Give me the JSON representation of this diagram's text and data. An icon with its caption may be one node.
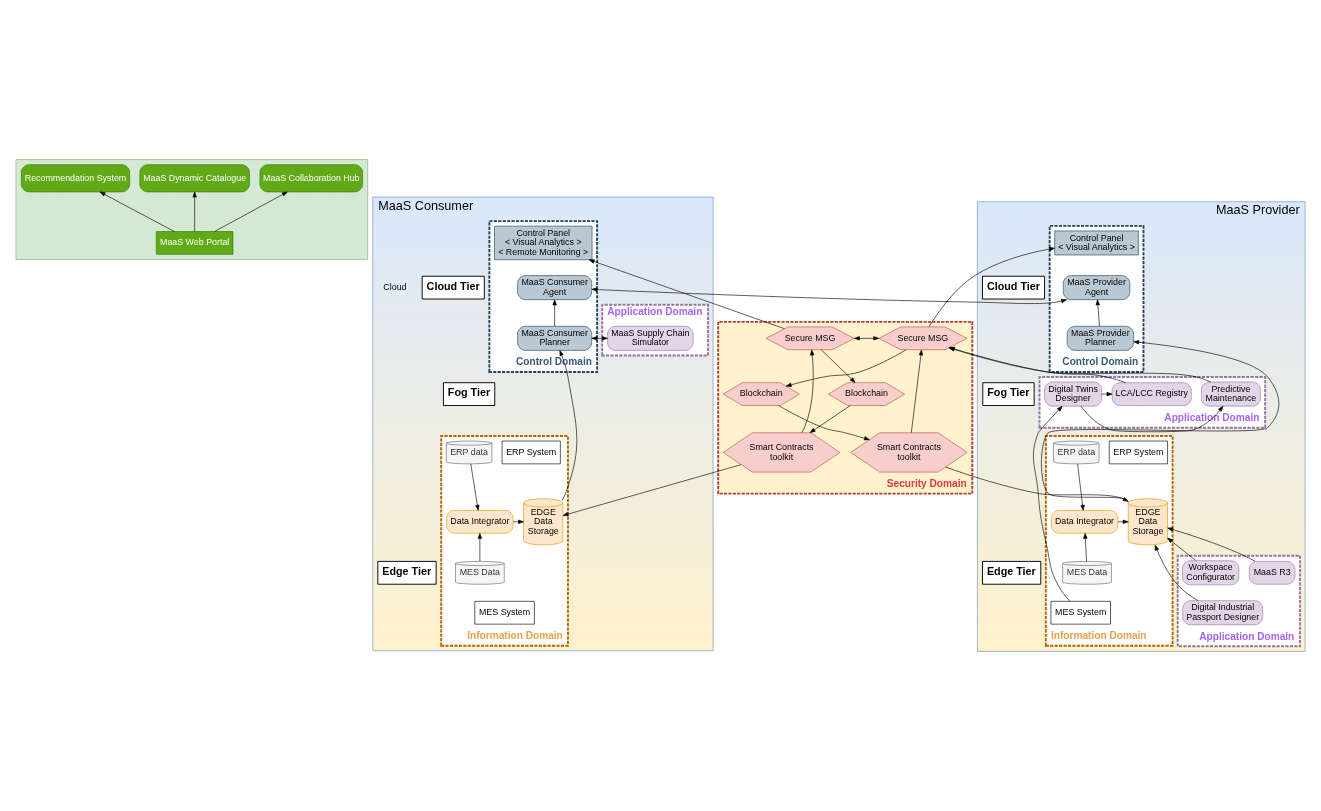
{
  "diagram": {
    "nodes": [
      {
        "text": [],
        "shape": "box"
      },
      {
        "text": [
          "MaaS Web Portal"
        ],
        "in": 0
      },
      {
        "text": [
          "Recommendation System"
        ],
        "in": 0
      },
      {
        "text": [
          "MaaS Dynamic Catalogue"
        ],
        "in": 0
      },
      {
        "text": [
          "MaaS Collaboration Hub"
        ],
        "in": 0
      },
      {
        "text": [
          "MaaS Consumer"
        ]
      },
      {
        "text": [
          "Cloud Tier"
        ],
        "in": 5
      },
      {
        "text": [
          "Fog Tier"
        ],
        "in": 5
      },
      {
        "text": [
          "Edge Tier"
        ],
        "in": 5
      },
      {
        "text": [
          "Control Domain"
        ],
        "in": 5
      },
      {
        "text": [
          "Control Panel",
          "< Visual Analytics >",
          "< Remote Monitoring >"
        ],
        "in": 9
      },
      {
        "text": [
          "MaaS Consumer Agent"
        ],
        "in": 9
      },
      {
        "text": [
          "MaaS Consumer Planner"
        ],
        "in": 9
      },
      {
        "text": [
          "Application Domain"
        ],
        "in": 5
      },
      {
        "text": [
          "MaaS Supply Chain Simulator"
        ],
        "in": 13
      },
      {
        "text": [
          "Information Domain"
        ],
        "in": 5
      },
      {
        "text": [
          "ERP System"
        ],
        "in": 15
      },
      {
        "text": [
          "ERP data"
        ],
        "in": 15
      },
      {
        "text": [
          "Data Integrator"
        ],
        "in": 15
      },
      {
        "text": [
          "EDGE Data Storage"
        ],
        "in": 15
      },
      {
        "text": [
          "MES Data"
        ],
        "in": 15
      },
      {
        "text": [
          "MES System"
        ],
        "in": 15
      },
      {
        "text": [
          "Security Domain"
        ]
      },
      {
        "text": [
          "Secure MSG"
        ],
        "in": 22
      },
      {
        "text": [
          "Blockchain"
        ],
        "in": 22
      },
      {
        "text": [
          "Smart Contracts toolkit"
        ],
        "in": 22
      },
      {
        "text": [
          "Secure MSG"
        ],
        "in": 22
      },
      {
        "text": [
          "Blockchain"
        ],
        "in": 22
      },
      {
        "text": [
          "Smart Contracts toolkit"
        ],
        "in": 22
      },
      {
        "text": [
          "MaaS Provider"
        ]
      },
      {
        "text": [
          "Cloud Tier"
        ],
        "in": 29
      },
      {
        "text": [
          "Fog Tier"
        ],
        "in": 29
      },
      {
        "text": [
          "Edge Tier"
        ],
        "in": 29
      },
      {
        "text": [
          "Control Domain"
        ],
        "in": 29
      },
      {
        "text": [
          "Control Panel",
          "< Visual Analytics >"
        ],
        "in": 33
      },
      {
        "text": [
          "MaaS Provider Agent"
        ],
        "in": 33
      },
      {
        "text": [
          "MaaS Provider Planner"
        ],
        "in": 33
      },
      {
        "text": [
          "Application Domain"
        ],
        "in": 29
      },
      {
        "text": [
          "Predictive Maintenance"
        ],
        "in": 37
      },
      {
        "text": [
          "LCA/LCC Registry"
        ],
        "in": 37
      },
      {
        "text": [
          "Digital Twins Designer"
        ],
        "in": 37
      },
      {
        "text": [
          "Application Domain"
        ],
        "in": 29
      },
      {
        "text": [
          "MaaS R3"
        ],
        "in": 41
      },
      {
        "text": [
          "Workspace Configurator"
        ],
        "in": 41
      },
      {
        "text": [
          "Digital Industrial Passport Designer"
        ],
        "in": 41
      },
      {
        "text": [
          "Information Domain"
        ],
        "in": 29
      },
      {
        "text": [
          "ERP data"
        ],
        "in": 45
      },
      {
        "text": [
          "ERP System"
        ],
        "in": 45
      },
      {
        "text": [
          "Data Integrator"
        ],
        "in": 45
      },
      {
        "text": [
          "EDGE Data Storage"
        ],
        "in": 45
      },
      {
        "text": [
          "MES Data"
        ],
        "in": 45
      },
      {
        "text": [
          "MES System"
        ],
        "in": 45
      }
    ],
    "edges": [
      {
        "from": 1,
        "to": 2,
        "arrow": "to"
      },
      {
        "from": 1,
        "to": 3,
        "arrow": "to"
      },
      {
        "from": 1,
        "to": 4,
        "arrow": "to"
      },
      {
        "from": 23,
        "to": 10,
        "arrow": "to"
      },
      {
        "from": 11,
        "to": 35,
        "arrow": "both"
      },
      {
        "from": 12,
        "to": 11,
        "arrow": "to"
      },
      {
        "from": 14,
        "to": 12,
        "arrow": "both"
      },
      {
        "from": 19,
        "to": 12,
        "arrow": "to"
      },
      {
        "from": 17,
        "to": 18,
        "arrow": "to"
      },
      {
        "from": 20,
        "to": 18,
        "arrow": "to"
      },
      {
        "from": 18,
        "to": 19,
        "arrow": "to"
      },
      {
        "from": 25,
        "to": 19,
        "arrow": "to"
      },
      {
        "from": 23,
        "to": 24,
        "arrow": "to"
      },
      {
        "from": 24,
        "to": 25,
        "arrow": "to"
      },
      {
        "from": 25,
        "to": 23,
        "arrow": "to"
      },
      {
        "from": 23,
        "to": 26,
        "arrow": "both"
      },
      {
        "from": 26,
        "to": 34,
        "arrow": "to"
      },
      {
        "from": 26,
        "to": 27,
        "arrow": "to"
      },
      {
        "from": 27,
        "to": 28,
        "arrow": "to"
      },
      {
        "from": 28,
        "to": 26,
        "arrow": "to"
      },
      {
        "from": 28,
        "to": 49,
        "arrow": "to"
      },
      {
        "from": 36,
        "to": 35,
        "arrow": "to"
      },
      {
        "from": 49,
        "to": 36,
        "arrow": "to"
      },
      {
        "from": 38,
        "to": 26,
        "arrow": "to"
      },
      {
        "from": 39,
        "to": 26,
        "arrow": "to"
      },
      {
        "from": 40,
        "to": 38,
        "arrow": "to"
      },
      {
        "from": 40,
        "to": 39,
        "arrow": "to"
      },
      {
        "from": 51,
        "to": 40,
        "arrow": "to"
      },
      {
        "from": 46,
        "to": 48,
        "arrow": "to"
      },
      {
        "from": 50,
        "to": 48,
        "arrow": "to"
      },
      {
        "from": 48,
        "to": 49,
        "arrow": "to"
      },
      {
        "from": 42,
        "to": 49,
        "arrow": "to"
      },
      {
        "from": 43,
        "to": 49,
        "arrow": "to"
      },
      {
        "from": 44,
        "to": 49,
        "arrow": "to"
      }
    ],
    "labels": [
      "Cloud"
    ]
  }
}
